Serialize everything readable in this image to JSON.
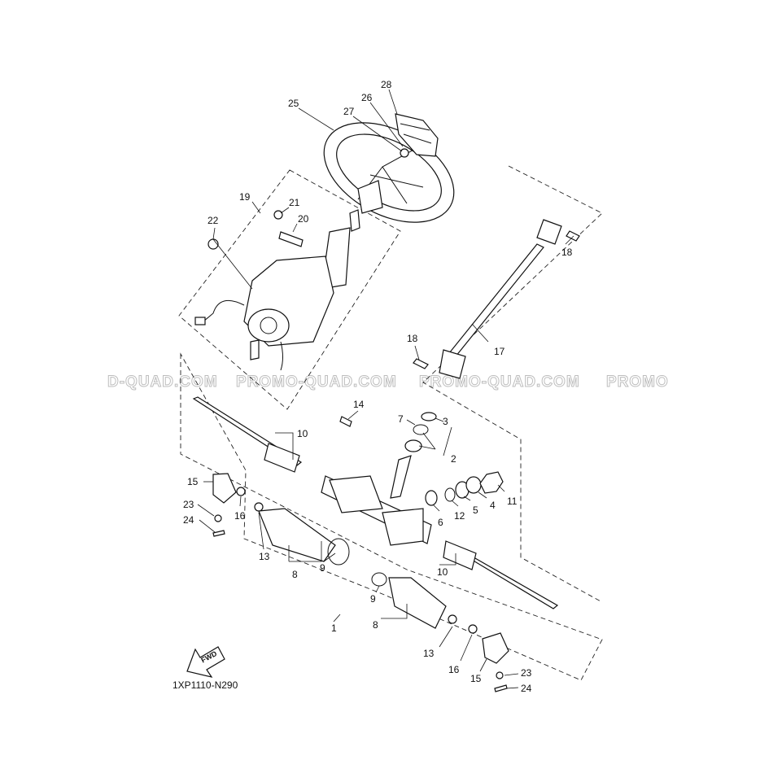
{
  "diagram": {
    "code": "1XP1110-N290",
    "fwd_label": "FWD",
    "watermark": [
      "D-QUAD.COM",
      "PROMO-QUAD.COM",
      "PROMO-QUAD.COM",
      "PROMO"
    ],
    "callouts": {
      "c28": "28",
      "c26": "26",
      "c27": "27",
      "c25": "25",
      "c19": "19",
      "c21": "21",
      "c20": "20",
      "c22": "22",
      "c18a": "18",
      "c18b": "18",
      "c17": "17",
      "c14": "14",
      "c10a": "10",
      "c7": "7",
      "c3": "3",
      "c2": "2",
      "c15a": "15",
      "c23a": "23",
      "c16a": "16",
      "c24a": "24",
      "c6": "6",
      "c12": "12",
      "c5": "5",
      "c4": "4",
      "c11": "11",
      "c13a": "13",
      "c8a": "8",
      "c9a": "9",
      "c10b": "10",
      "c9b": "9",
      "c8b": "8",
      "c1": "1",
      "c13b": "13",
      "c16b": "16",
      "c15b": "15",
      "c23b": "23",
      "c24b": "24"
    }
  }
}
